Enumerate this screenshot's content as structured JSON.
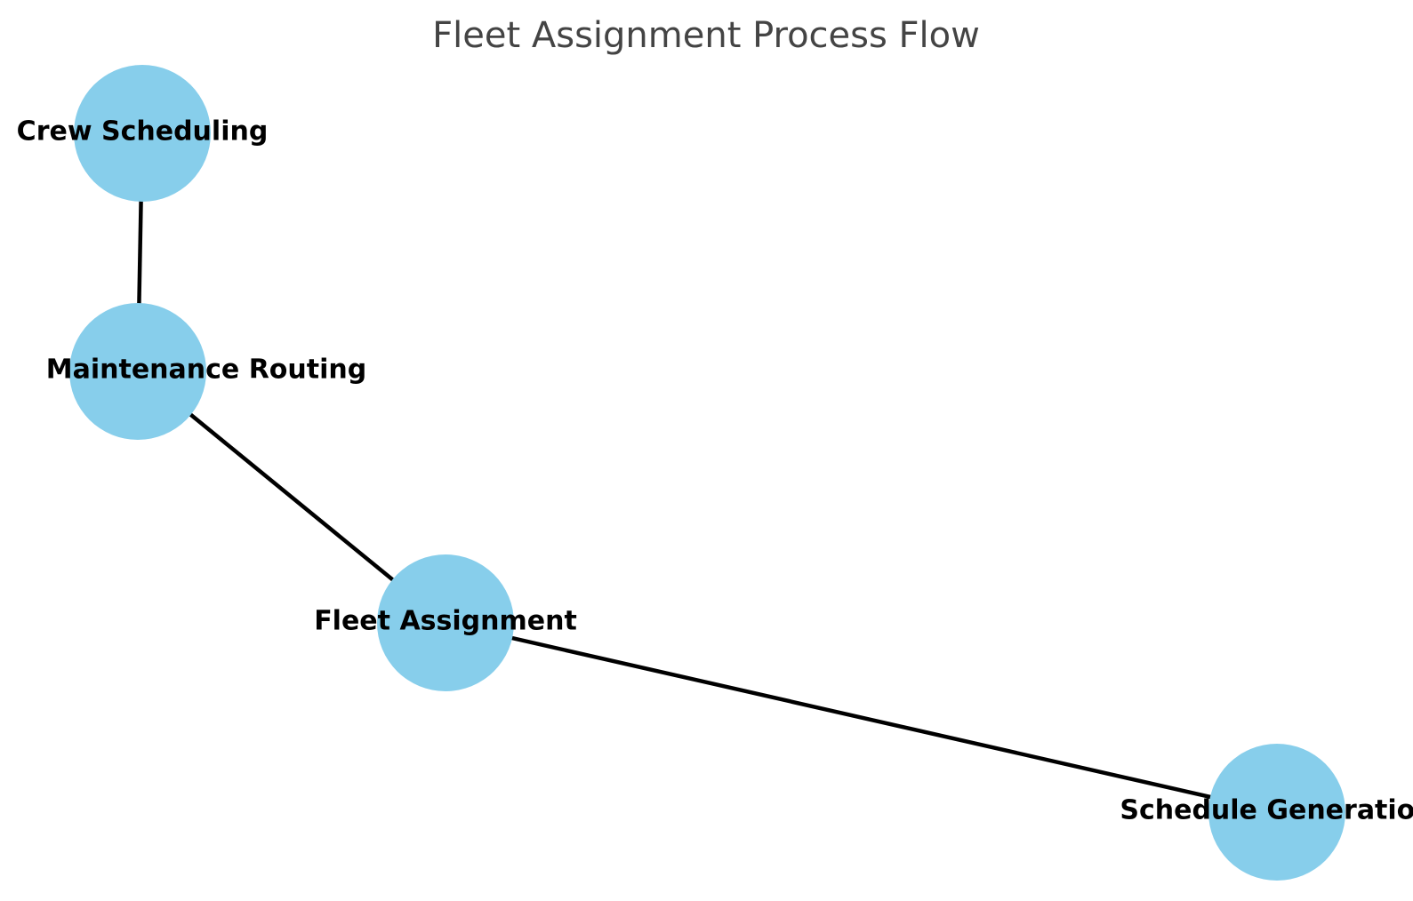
{
  "title": "Fleet Assignment Process Flow",
  "colors": {
    "node_fill": "#87CEEB",
    "edge": "#000000",
    "label": "#000000",
    "title": "#444444",
    "background": "#ffffff"
  },
  "nodes": [
    {
      "id": "crew",
      "label": "Crew Scheduling"
    },
    {
      "id": "maint",
      "label": "Maintenance Routing"
    },
    {
      "id": "fleet",
      "label": "Fleet Assignment"
    },
    {
      "id": "sched",
      "label": "Schedule Generation"
    }
  ],
  "edges": [
    {
      "from": "crew",
      "to": "maint"
    },
    {
      "from": "maint",
      "to": "fleet"
    },
    {
      "from": "fleet",
      "to": "sched"
    }
  ]
}
